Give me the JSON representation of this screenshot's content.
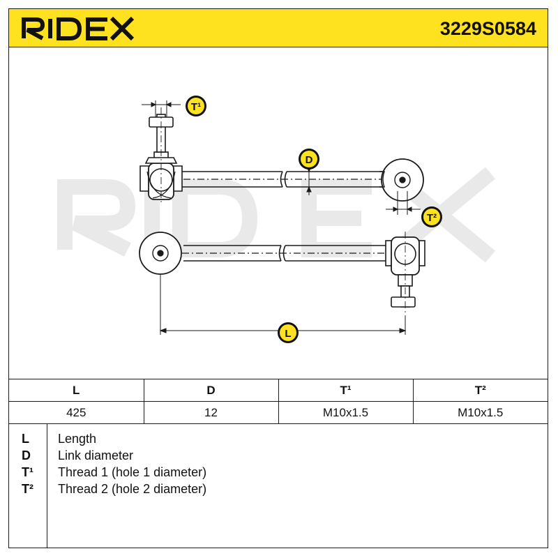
{
  "header": {
    "brand": "RIDEX",
    "part_number": "3229S0584",
    "background_color": "#ffe21f"
  },
  "drawing": {
    "watermark": "RIDEX",
    "callouts": {
      "t1": "T¹",
      "t2": "T²",
      "d": "D",
      "l": "L"
    }
  },
  "specs": {
    "headers": [
      "L",
      "D",
      "T¹",
      "T²"
    ],
    "values": [
      "425",
      "12",
      "M10x1.5",
      "M10x1.5"
    ]
  },
  "legend": [
    {
      "symbol": "L",
      "text": "Length"
    },
    {
      "symbol": "D",
      "text": "Link diameter"
    },
    {
      "symbol": "T¹",
      "text": "Thread 1 (hole 1 diameter)"
    },
    {
      "symbol": "T²",
      "text": "Thread 2 (hole 2 diameter)"
    }
  ]
}
